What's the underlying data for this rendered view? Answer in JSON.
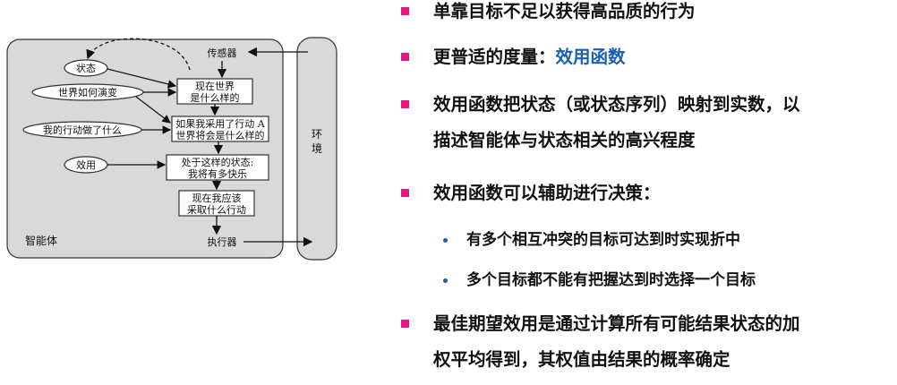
{
  "diagram": {
    "sensors": "传感器",
    "actuators": "执行器",
    "agent": "智能体",
    "environment_1": "环",
    "environment_2": "境",
    "state": "状态",
    "how_world_evolves": "世界如何演变",
    "what_my_actions_do": "我的行动做了什么",
    "utility": "效用",
    "box1_l1": "现在世界",
    "box1_l2": "是什么样的",
    "box2_l1": "如果我采用了行动 A",
    "box2_l2": "世界将会是什么样的",
    "box3_l1": "处于这样的状态:",
    "box3_l2": "我将有多快乐",
    "box4_l1": "现在我应该",
    "box4_l2": "采取什么行动"
  },
  "bullets": {
    "b1": "单靠目标不足以获得高品质的行为",
    "b2_prefix": "更普适的度量：",
    "b2_highlight": "效用函数",
    "b3_l1": "效用函数把状态（或状态序列）映射到实数，以",
    "b3_l2": "描述智能体与状态相关的高兴程度",
    "b4": "效用函数可以辅助进行决策：",
    "b4_sub1": "有多个相互冲突的目标可达到时实现折中",
    "b4_sub2": "多个目标都不能有把握达到时选择一个目标",
    "b5_l1": "最佳期望效用是通过计算所有可能结果状态的加",
    "b5_l2": "权平均得到，其权值由结果的概率确定"
  },
  "colors": {
    "bullet_square": "#e8177f",
    "sub_bullet_dot": "#1a5fb4",
    "highlight": "#1a5fb4",
    "diagram_fill": "#d9d9d9"
  }
}
